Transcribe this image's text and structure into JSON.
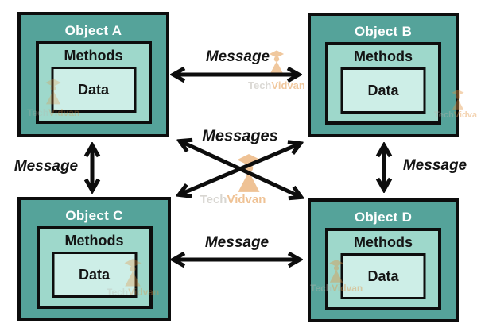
{
  "diagram": {
    "objects": [
      {
        "title": "Object A",
        "methods_label": "Methods",
        "data_label": "Data"
      },
      {
        "title": "Object B",
        "methods_label": "Methods",
        "data_label": "Data"
      },
      {
        "title": "Object C",
        "methods_label": "Methods",
        "data_label": "Data"
      },
      {
        "title": "Object D",
        "methods_label": "Methods",
        "data_label": "Data"
      }
    ],
    "arrow_labels": {
      "top": "Message",
      "bottom": "Message",
      "left": "Message",
      "right": "Message",
      "center": "Messages"
    },
    "watermark": {
      "prefix": "Tech",
      "suffix": "Vidvan"
    },
    "colors": {
      "object_fill": "#55a39a",
      "methods_fill": "#9ed8cb",
      "data_fill": "#cdeee7",
      "border": "#0d0d0d",
      "arrow": "#0d0d0d",
      "object_title_text": "#ffffff",
      "label_text": "#141414",
      "watermark_gray": "#b9b5ad",
      "watermark_orange": "#e2923f"
    }
  }
}
